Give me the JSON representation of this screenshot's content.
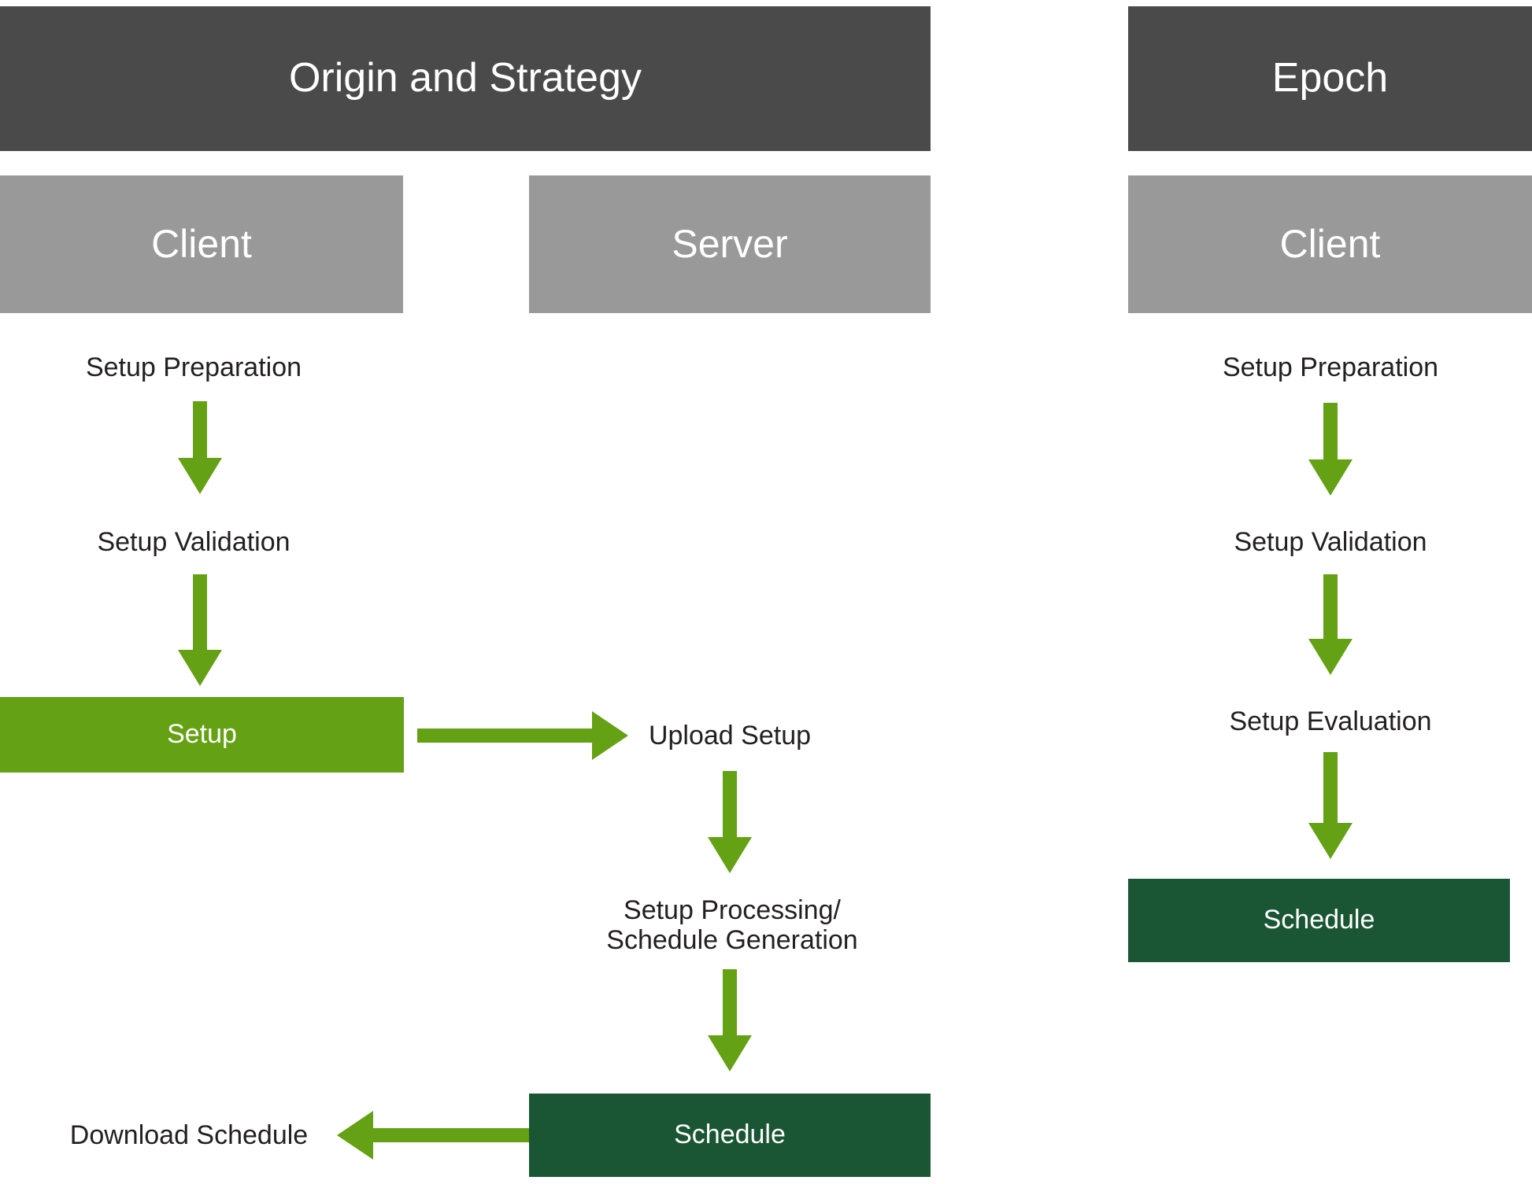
{
  "diagram": {
    "title_left": "Origin and Strategy",
    "title_right": "Epoch",
    "accent_green": "#64a114",
    "accent_dark_green": "#1a5633",
    "header_gray": "#4a4a4a",
    "lane_gray": "#999999",
    "left_panel": {
      "header": "Origin and Strategy",
      "lanes": [
        {
          "label": "Client"
        },
        {
          "label": "Server"
        }
      ],
      "client_flow": [
        {
          "label": "Setup Preparation",
          "kind": "text"
        },
        {
          "label": "Setup Validation",
          "kind": "text"
        },
        {
          "label": "Setup",
          "kind": "box-green"
        },
        {
          "label": "Download Schedule",
          "kind": "text"
        }
      ],
      "server_flow": [
        {
          "label": "Upload Setup",
          "kind": "text"
        },
        {
          "label": "Setup Processing/\nSchedule Generation",
          "kind": "text"
        },
        {
          "label": "Schedule",
          "kind": "box-darkgreen"
        }
      ]
    },
    "right_panel": {
      "header": "Epoch",
      "lanes": [
        {
          "label": "Client"
        }
      ],
      "client_flow": [
        {
          "label": "Setup Preparation",
          "kind": "text"
        },
        {
          "label": "Setup Validation",
          "kind": "text"
        },
        {
          "label": "Setup Evaluation",
          "kind": "text"
        },
        {
          "label": "Schedule",
          "kind": "box-darkgreen"
        }
      ]
    },
    "arrows": [
      {
        "name": "arrow-left-prep-to-validation",
        "direction": "down"
      },
      {
        "name": "arrow-left-validation-to-setup",
        "direction": "down"
      },
      {
        "name": "arrow-setup-to-upload",
        "direction": "right"
      },
      {
        "name": "arrow-upload-to-processing",
        "direction": "down"
      },
      {
        "name": "arrow-processing-to-schedule",
        "direction": "down"
      },
      {
        "name": "arrow-schedule-to-download",
        "direction": "left"
      },
      {
        "name": "arrow-right-prep-to-validation",
        "direction": "down"
      },
      {
        "name": "arrow-right-validation-to-evaluation",
        "direction": "down"
      },
      {
        "name": "arrow-right-evaluation-to-schedule",
        "direction": "down"
      }
    ]
  }
}
